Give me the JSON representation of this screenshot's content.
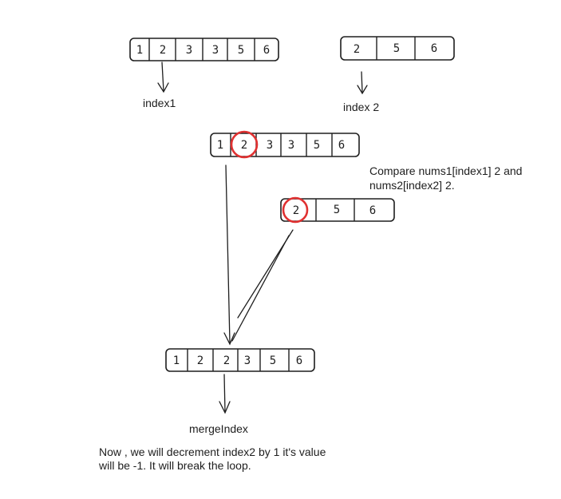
{
  "arrays": {
    "top_nums1": [
      "1",
      "2",
      "3",
      "3",
      "5",
      "6"
    ],
    "top_nums2": [
      "2",
      "5",
      "6"
    ],
    "mid_nums1": [
      "1",
      "2",
      "3",
      "3",
      "5",
      "6"
    ],
    "mid_nums2": [
      "2",
      "5",
      "6"
    ],
    "merged": [
      "1",
      "2",
      "2",
      "3",
      "5",
      "6"
    ]
  },
  "labels": {
    "index1": "index1",
    "index2": "index 2",
    "compare_line1": "Compare nums1[index1] 2 and",
    "compare_line2": "nums2[index2] 2.",
    "merge_index": "mergeIndex",
    "note_line1": "Now , we will decrement index2 by 1 it's value",
    "note_line2": "will be -1. It will break the loop."
  },
  "colors": {
    "stroke": "#1e1e1e",
    "highlight": "#e03131"
  }
}
